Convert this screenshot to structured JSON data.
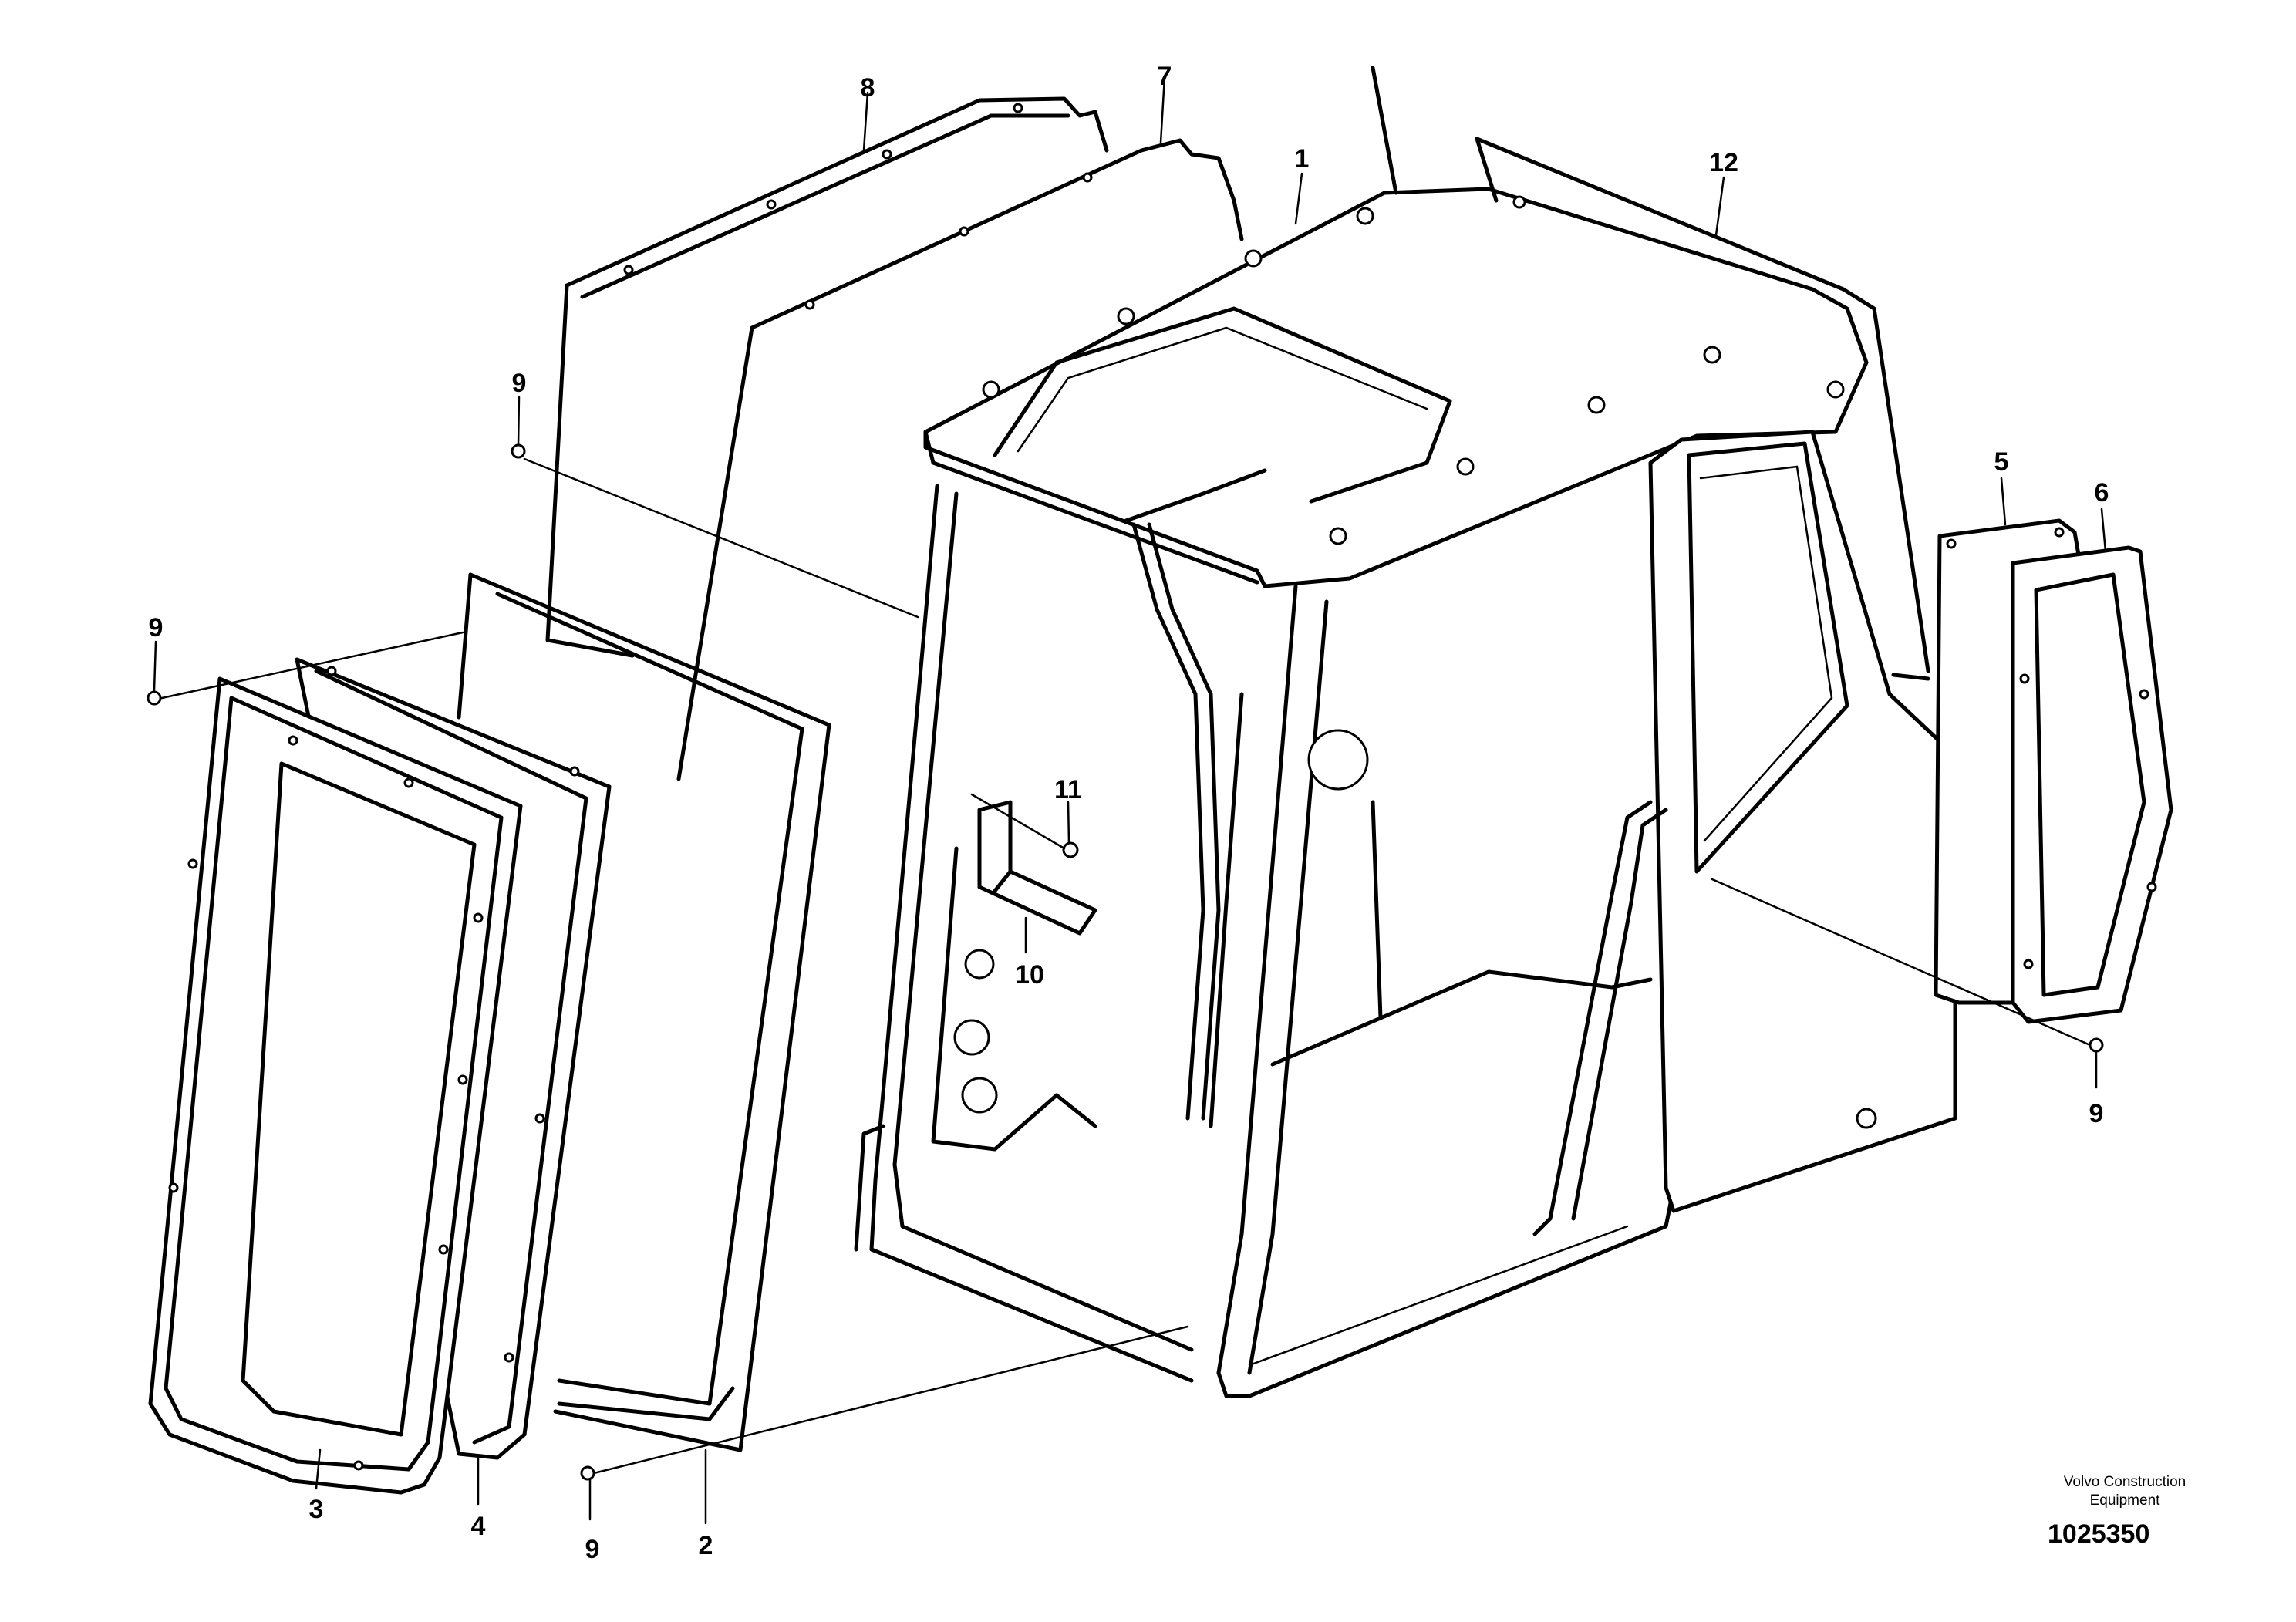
{
  "drawing": {
    "kind": "exploded-parts-diagram",
    "subject": "operator cab with windows and panels"
  },
  "callouts": [
    {
      "id": "label-1",
      "text": "1"
    },
    {
      "id": "label-2",
      "text": "2"
    },
    {
      "id": "label-3",
      "text": "3"
    },
    {
      "id": "label-4",
      "text": "4"
    },
    {
      "id": "label-5",
      "text": "5"
    },
    {
      "id": "label-6",
      "text": "6"
    },
    {
      "id": "label-7",
      "text": "7"
    },
    {
      "id": "label-8",
      "text": "8"
    },
    {
      "id": "label-9a",
      "text": "9"
    },
    {
      "id": "label-9b",
      "text": "9"
    },
    {
      "id": "label-9c",
      "text": "9"
    },
    {
      "id": "label-9d",
      "text": "9"
    },
    {
      "id": "label-10",
      "text": "10"
    },
    {
      "id": "label-11",
      "text": "11"
    },
    {
      "id": "label-12",
      "text": "12"
    }
  ],
  "credit": {
    "line1": "Volvo Construction",
    "line2": "Equipment"
  },
  "document_number": "1025350"
}
